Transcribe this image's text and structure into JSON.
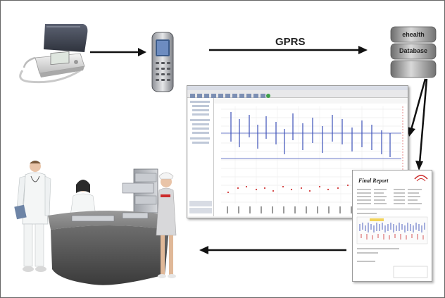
{
  "arrows": {
    "gprs_label": "GPRS"
  },
  "database": {
    "label_line1": "ehealth",
    "label_line2": "Database"
  },
  "report": {
    "title": "Final Report"
  },
  "icons": {
    "blood_pressure_monitor": "blood-pressure-monitor-icon",
    "mobile_phone": "mobile-phone-icon",
    "database": "database-icon",
    "software_window": "monitoring-software-screenshot",
    "report": "final-report-document",
    "medical_staff": "medical-staff-illustration"
  },
  "colors": {
    "arrow": "#111111",
    "db_gray": "#8a8a8a",
    "chart_blue": "#3b4fb8",
    "chart_red": "#d23a3a",
    "report_red": "#cc2b2b"
  }
}
